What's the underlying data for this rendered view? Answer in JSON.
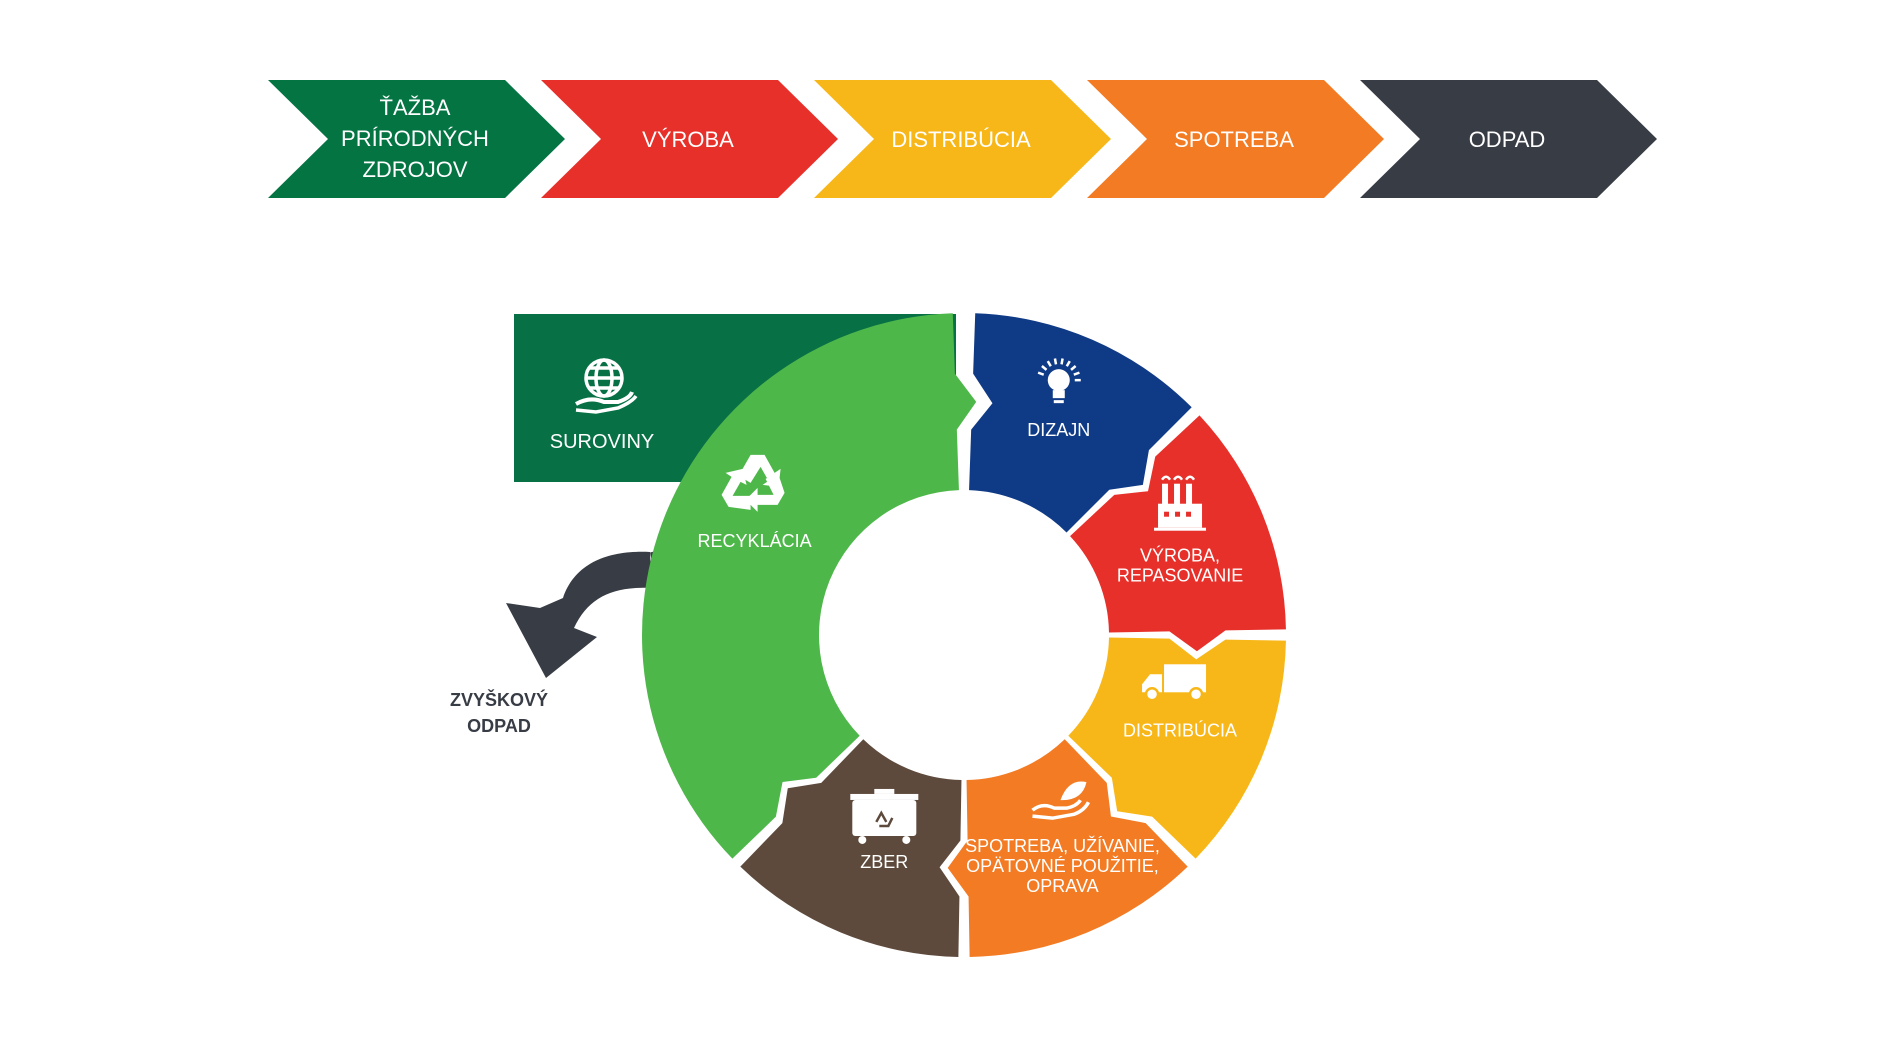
{
  "linear_chain": {
    "steps": [
      {
        "label_lines": [
          "ŤAŽBA",
          "PRÍRODNÝCH",
          "ZDROJOV"
        ],
        "color": "#047443"
      },
      {
        "label_lines": [
          "VÝROBA"
        ],
        "color": "#e8302b"
      },
      {
        "label_lines": [
          "DISTRIBÚCIA"
        ],
        "color": "#f8b719"
      },
      {
        "label_lines": [
          "SPOTREBA"
        ],
        "color": "#f27b24"
      },
      {
        "label_lines": [
          "ODPAD"
        ],
        "color": "#383c45"
      }
    ]
  },
  "circular": {
    "raw_materials": {
      "label": "SUROVINY",
      "icon": "globe-hand-icon",
      "color": "#077145"
    },
    "segments": [
      {
        "key": "design",
        "label_lines": [
          "DIZAJN"
        ],
        "icon": "lightbulb-icon",
        "color": "#0f3a86"
      },
      {
        "key": "production",
        "label_lines": [
          "VÝROBA,",
          "REPASOVANIE"
        ],
        "icon": "factory-icon",
        "color": "#e8302b"
      },
      {
        "key": "distribution",
        "label_lines": [
          "DISTRIBÚCIA"
        ],
        "icon": "truck-icon",
        "color": "#f8b719"
      },
      {
        "key": "consumption",
        "label_lines": [
          "SPOTREBA, UŽÍVANIE,",
          "OPÄTOVNÉ POUŽITIE,",
          "OPRAVA"
        ],
        "icon": "hand-leaf-icon",
        "color": "#f27b24"
      },
      {
        "key": "collection",
        "label_lines": [
          "ZBER"
        ],
        "icon": "waste-container-icon",
        "color": "#5e4a3c"
      },
      {
        "key": "recycling",
        "label_lines": [
          "RECYKLÁCIA"
        ],
        "icon": "recycle-icon",
        "color": "#4eb74a"
      }
    ],
    "residual_waste": {
      "label_lines": [
        "ZVYŠKOVÝ",
        "ODPAD"
      ],
      "color": "#383c45"
    }
  }
}
